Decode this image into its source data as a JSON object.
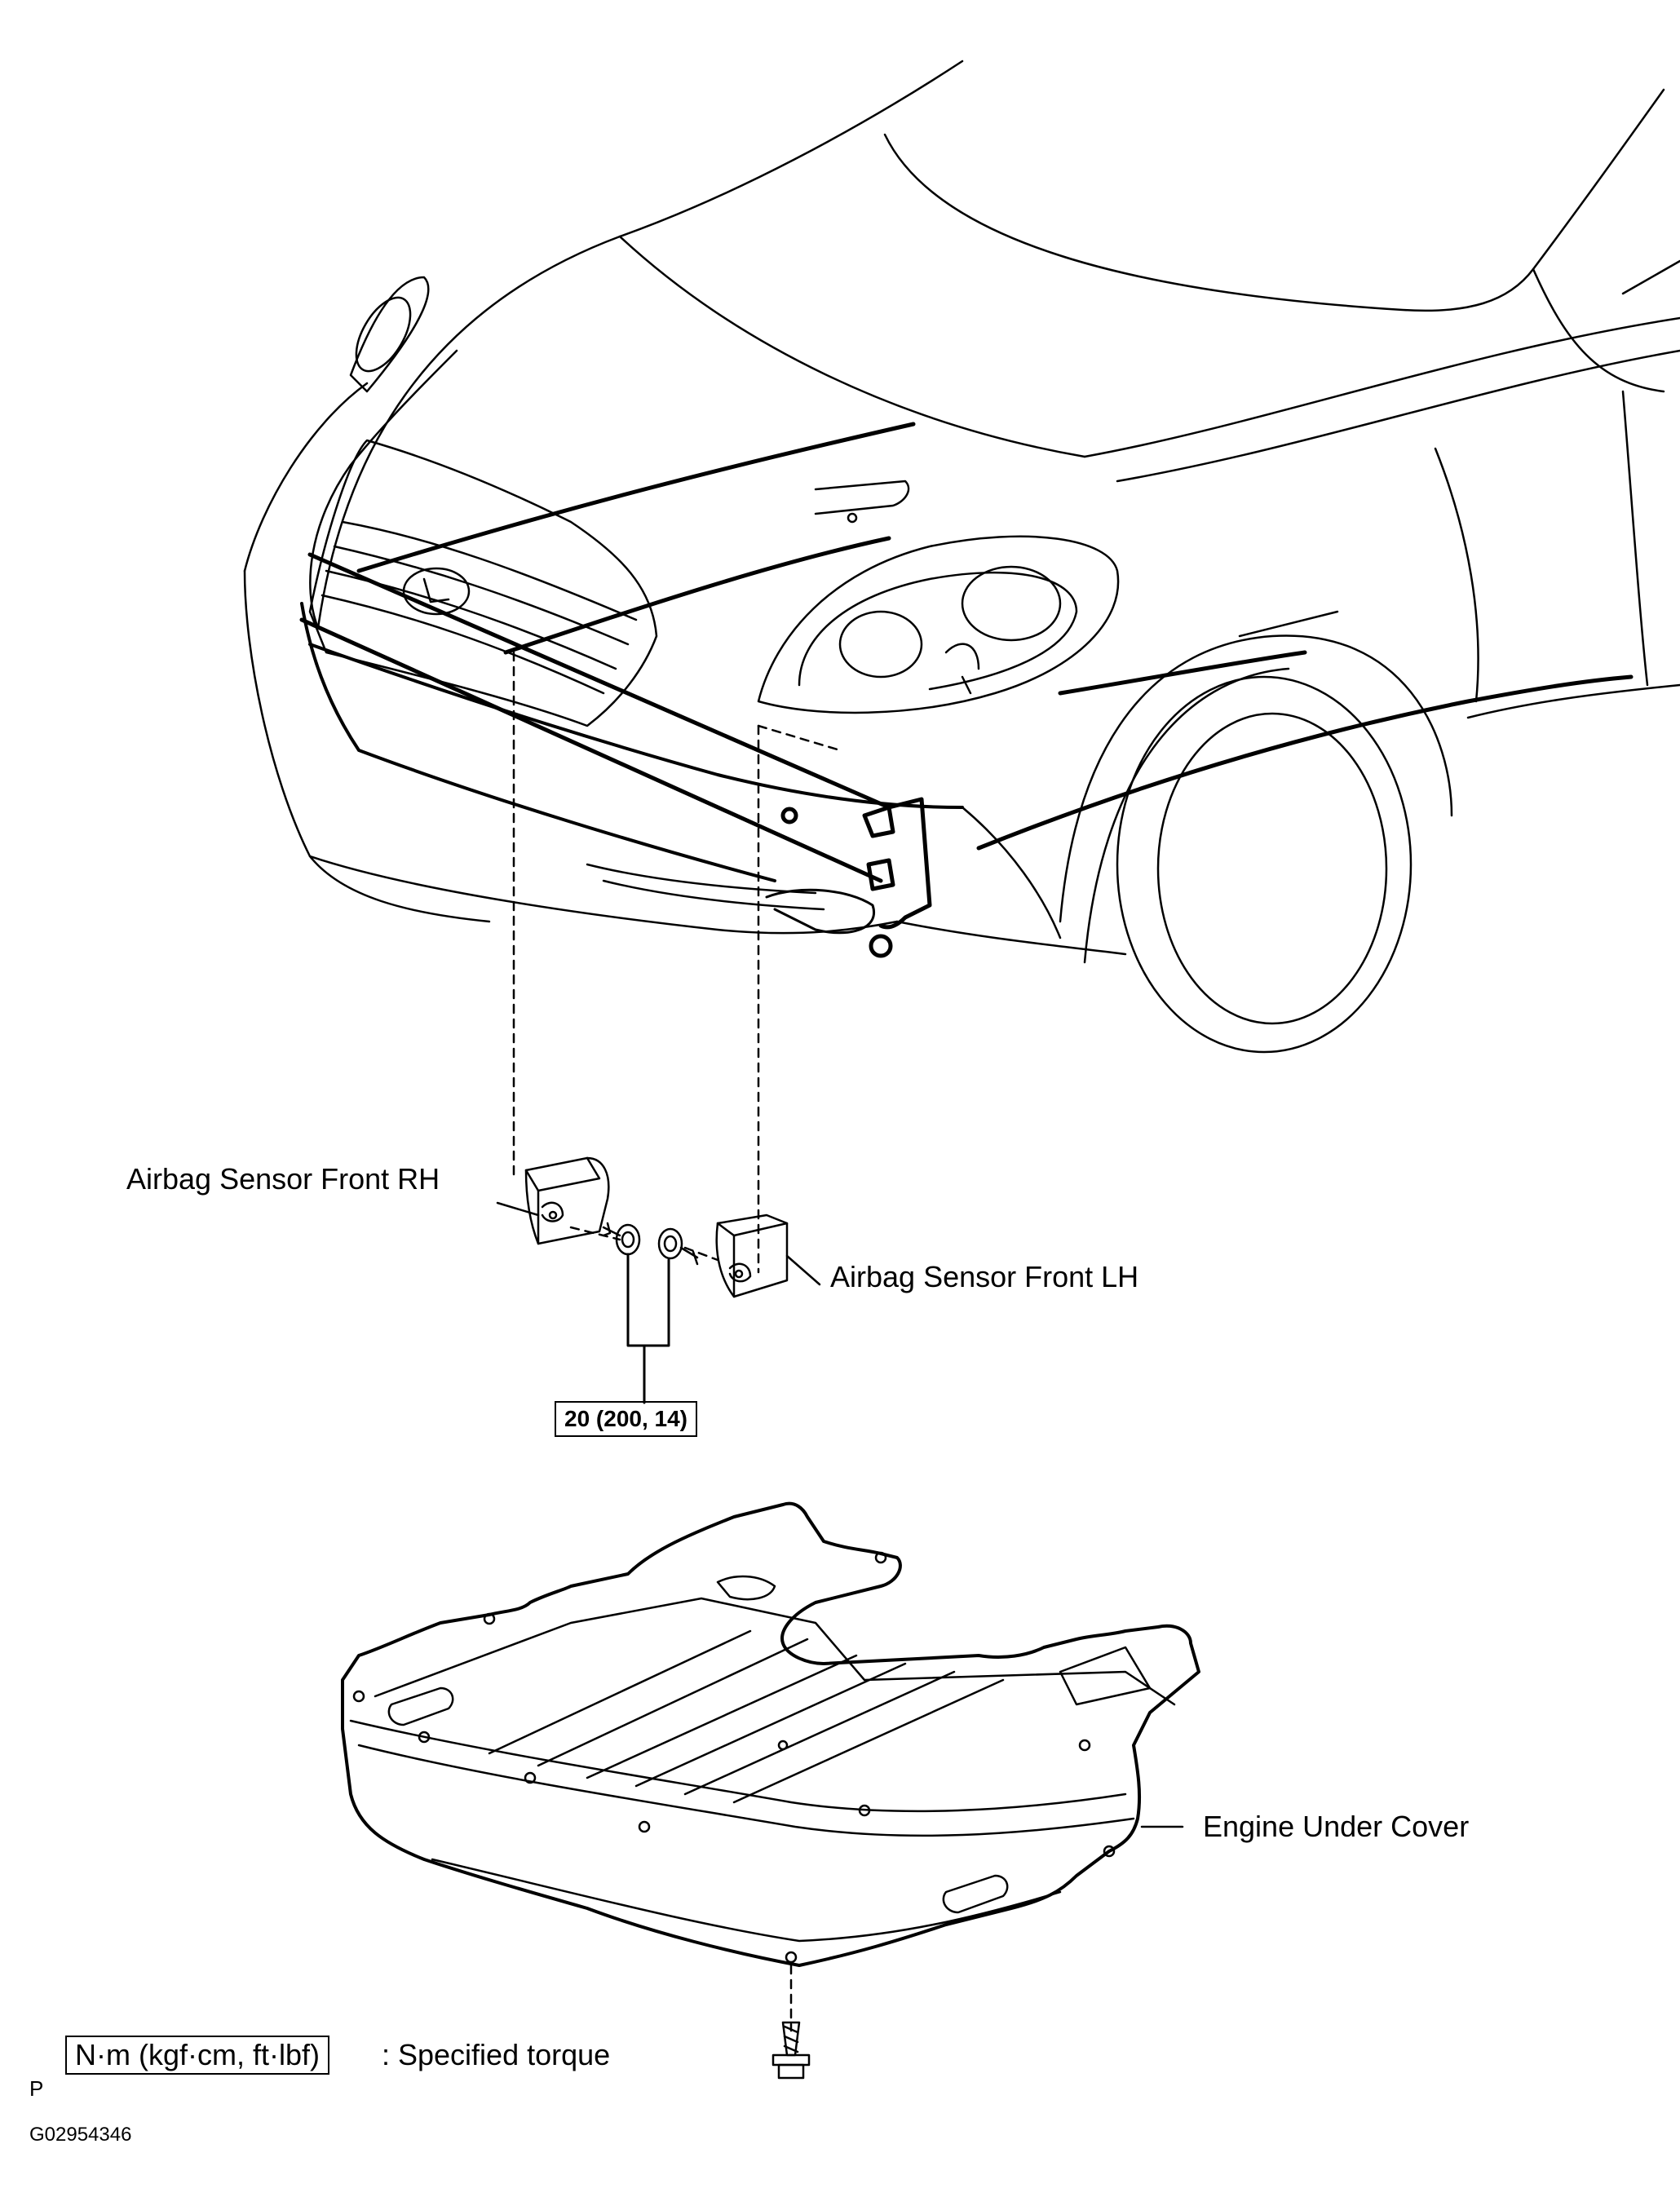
{
  "labels": {
    "airbag_sensor_rh": "Airbag Sensor Front RH",
    "airbag_sensor_lh": "Airbag Sensor Front LH",
    "engine_under_cover": "Engine Under Cover",
    "torque_value": "20 (200, 14)",
    "torque_unit": "N·m (kgf·cm, ft·lbf)",
    "torque_legend": ": Specified torque",
    "p_mark": "P",
    "figure_code": "G02954346"
  }
}
